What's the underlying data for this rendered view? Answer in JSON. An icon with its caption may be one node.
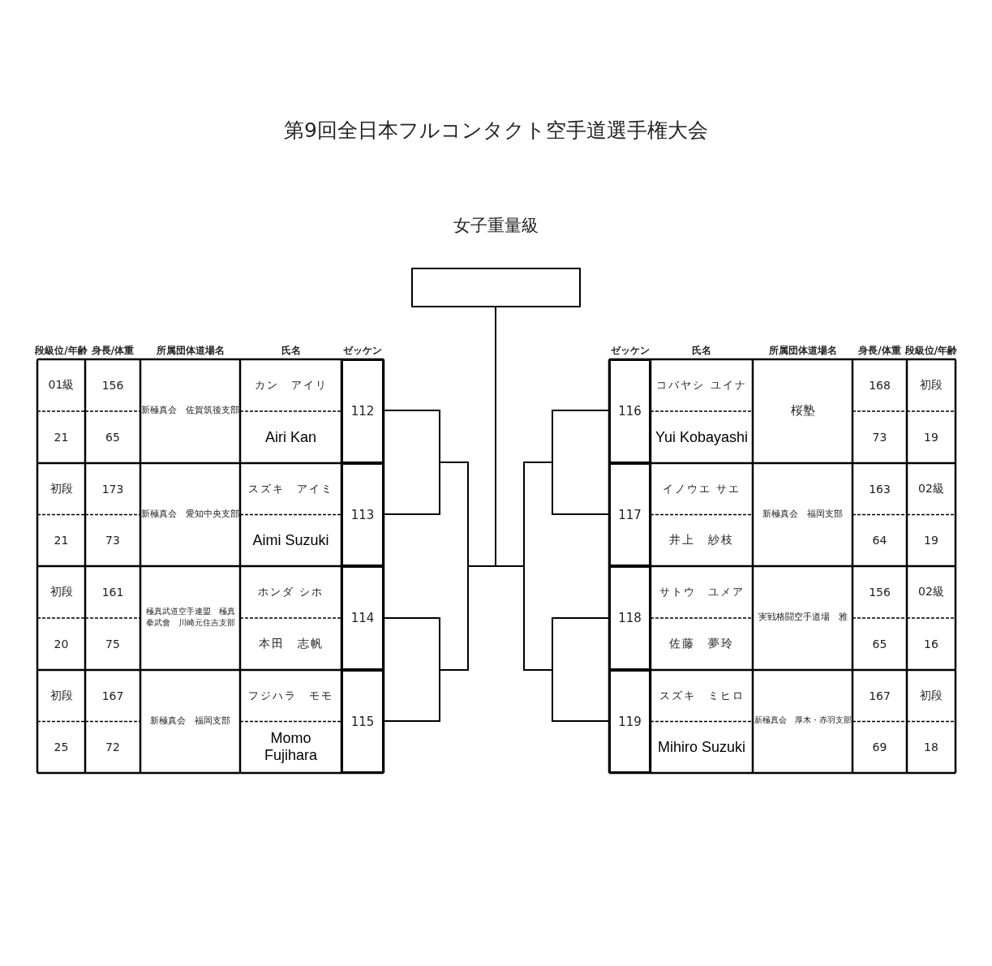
{
  "diagram": {
    "title": "第9回全日本フルコンタクト空手道選手権大会",
    "nodes": [
      {
        "text": [],
        "shape": "box"
      },
      {
        "text": [
          "112"
        ]
      },
      {
        "text": [
          "113"
        ]
      },
      {
        "text": [
          "114"
        ]
      },
      {
        "text": [
          "115"
        ]
      },
      {
        "text": [
          "116"
        ]
      },
      {
        "text": [
          "117"
        ]
      },
      {
        "text": [
          "118"
        ]
      },
      {
        "text": [
          "119"
        ]
      }
    ],
    "edges": [
      {
        "from": 1,
        "to": 0,
        "arrow": "none"
      },
      {
        "from": 2,
        "to": 0,
        "arrow": "none"
      },
      {
        "from": 3,
        "to": 0,
        "arrow": "none"
      },
      {
        "from": 4,
        "to": 0,
        "arrow": "none"
      },
      {
        "from": 5,
        "to": 0,
        "arrow": "none"
      },
      {
        "from": 6,
        "to": 0,
        "arrow": "none"
      },
      {
        "from": 7,
        "to": 0,
        "arrow": "none"
      },
      {
        "from": 8,
        "to": 0,
        "arrow": "none"
      }
    ],
    "labels": [
      "女子重量級",
      "段級位/年齢",
      "身長/体重",
      "所属団体道場名",
      "氏名",
      "ゼッケン",
      "ゼッケン",
      "氏名",
      "所属団体道場名",
      "身長/体重",
      "段級位/年齢",
      "01級",
      "156",
      "新極真会　佐賀筑後支部",
      "カン　アイリ",
      "21",
      "65",
      "Airi Kan",
      "初段",
      "173",
      "新極真会　愛知中央支部",
      "スズキ　アイミ",
      "21",
      "73",
      "Aimi Suzuki",
      "初段",
      "161",
      "極真武道空手連盟　極真拳武會　川崎元住吉支部",
      "ホンダ シホ",
      "20",
      "75",
      "本田　志帆",
      "初段",
      "167",
      "新極真会　福岡支部",
      "フジハラ　モモ",
      "25",
      "72",
      "Momo Fujihara",
      "コバヤシ ユイナ",
      "桜塾",
      "168",
      "初段",
      "Yui Kobayashi",
      "73",
      "19",
      "イノウエ サエ",
      "新極真会　福岡支部",
      "163",
      "02級",
      "井上　紗枝",
      "64",
      "19",
      "サトウ　ユメア",
      "実戦格闘空手道場　雅",
      "156",
      "02級",
      "佐藤　夢玲",
      "65",
      "16",
      "スズキ　ミヒロ",
      "新極真会　厚木・赤羽支部",
      "167",
      "初段",
      "Mihiro Suzuki",
      "69",
      "18"
    ]
  }
}
